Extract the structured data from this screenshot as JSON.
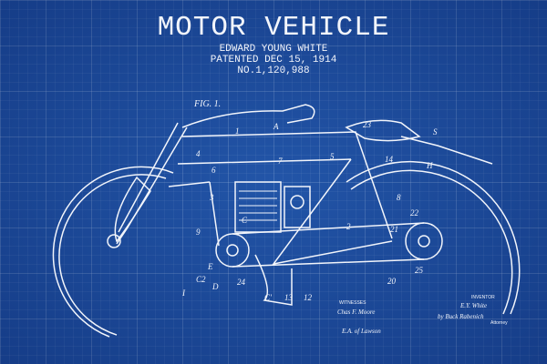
{
  "title": "MOTOR VEHICLE",
  "inventor": "EDWARD YOUNG WHITE",
  "patented": "PATENTED DEC 15, 1914",
  "number": "NO.1,120,988",
  "figure_label": "FIG. 1.",
  "part_labels": [
    "1",
    "A",
    "7",
    "5",
    "4",
    "6",
    "3",
    "23",
    "S",
    "14",
    "H",
    "8",
    "C",
    "2",
    "9",
    "22",
    "E",
    "21",
    "25",
    "20",
    "C2",
    "D",
    "24",
    "I",
    "C'",
    "13",
    "12",
    "F"
  ],
  "witnesses_label": "WITNESSES",
  "inventor_label": "INVENTOR",
  "attorney_label": "Attorney",
  "signatures": {
    "witness1": "Chas F. Moore",
    "witness2": "E.A. of Lawson",
    "inventor": "E.Y. White",
    "attorney": "by Buck Rabenich"
  },
  "colors": {
    "background": "#1f4d9c",
    "lines": "#f2f5fb"
  }
}
